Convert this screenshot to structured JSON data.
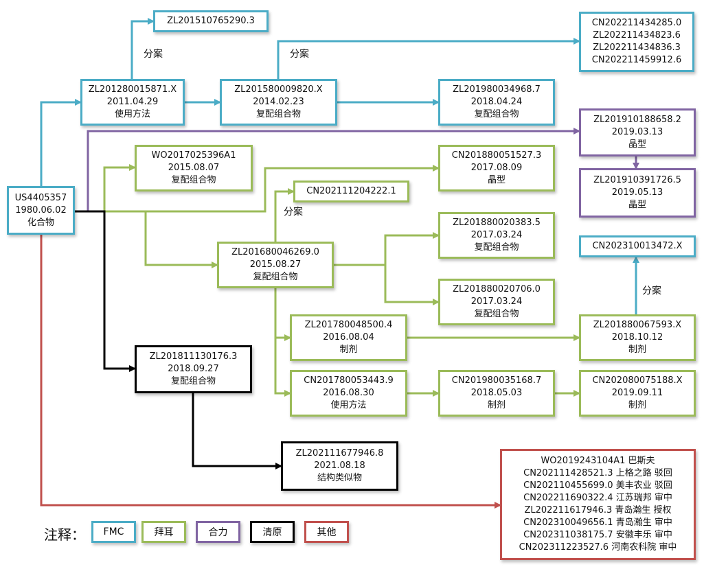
{
  "colors": {
    "fmc": "#4bacc6",
    "bayer": "#9bbb59",
    "heli": "#8064a2",
    "qingyuan": "#000000",
    "other": "#c0504d"
  },
  "nodes": [
    {
      "id": "us",
      "color": "fmc",
      "lines": [
        "US4405357",
        "1980.06.02",
        "化合物"
      ]
    },
    {
      "id": "zl2012",
      "color": "fmc",
      "lines": [
        "ZL201280015871.X",
        "2011.04.29",
        "使用方法"
      ]
    },
    {
      "id": "zl2015div",
      "color": "fmc",
      "lines": [
        "ZL201510765290.3"
      ]
    },
    {
      "id": "zl2015",
      "color": "fmc",
      "lines": [
        "ZL201580009820.X",
        "2014.02.23",
        "复配组合物"
      ]
    },
    {
      "id": "cn2022list",
      "color": "fmc",
      "lines": [
        "CN202211434285.0",
        "ZL202211434823.6",
        "ZL202211434836.3",
        "CN202211459912.6"
      ]
    },
    {
      "id": "zl2019a",
      "color": "fmc",
      "lines": [
        "ZL201980034968.7",
        "2018.04.24",
        "复配组合物"
      ]
    },
    {
      "id": "zl2019b",
      "color": "heli",
      "lines": [
        "ZL201910188658.2",
        "2019.03.13",
        "晶型"
      ]
    },
    {
      "id": "zl2019c",
      "color": "heli",
      "lines": [
        "ZL201910391726.5",
        "2019.05.13",
        "晶型"
      ]
    },
    {
      "id": "wo2017",
      "color": "bayer",
      "lines": [
        "WO2017025396A1",
        "2015.08.07",
        "复配组合物"
      ]
    },
    {
      "id": "cn2018a",
      "color": "bayer",
      "lines": [
        "CN201880051527.3",
        "2017.08.09",
        "晶型"
      ]
    },
    {
      "id": "cn2021div",
      "color": "bayer",
      "lines": [
        "CN202111204222.1"
      ]
    },
    {
      "id": "zl2016",
      "color": "bayer",
      "lines": [
        "ZL201680046269.0",
        "2015.08.27",
        "复配组合物"
      ]
    },
    {
      "id": "zl2018b",
      "color": "bayer",
      "lines": [
        "ZL201880020383.5",
        "2017.03.24",
        "复配组合物"
      ]
    },
    {
      "id": "zl2018c",
      "color": "bayer",
      "lines": [
        "ZL201880020706.0",
        "2017.03.24",
        "复配组合物"
      ]
    },
    {
      "id": "cn2023a",
      "color": "fmc",
      "lines": [
        "CN202310013472.X"
      ]
    },
    {
      "id": "zl2017a",
      "color": "bayer",
      "lines": [
        "ZL201780048500.4",
        "2016.08.04",
        "制剂"
      ]
    },
    {
      "id": "zl2018d",
      "color": "bayer",
      "lines": [
        "ZL201880067593.X",
        "2018.10.12",
        "制剂"
      ]
    },
    {
      "id": "zl2018e",
      "color": "qingyuan",
      "lines": [
        "ZL201811130176.3",
        "2018.09.27",
        "复配组合物"
      ]
    },
    {
      "id": "cn2017b",
      "color": "bayer",
      "lines": [
        "CN201780053443.9",
        "2016.08.30",
        "使用方法"
      ]
    },
    {
      "id": "cn2019d",
      "color": "bayer",
      "lines": [
        "CN201980035168.7",
        "2018.05.03",
        "制剂"
      ]
    },
    {
      "id": "cn2020",
      "color": "bayer",
      "lines": [
        "CN202080075188.X",
        "2019.09.11",
        "制剂"
      ]
    },
    {
      "id": "zl2021",
      "color": "qingyuan",
      "lines": [
        "ZL202111677946.8",
        "2021.08.18",
        "结构类似物"
      ]
    },
    {
      "id": "others",
      "color": "other",
      "lines": [
        "WO2019243104A1  巴斯夫",
        "CN202111428521.3 上格之路 驳回",
        "CN202110455699.0 美丰农业 驳回",
        "CN202211690322.4 江苏瑞邦 审中",
        "ZL202211617946.3  青岛瀚生 授权",
        "CN202310049656.1 青岛瀚生 审中",
        "CN202311038175.7  安徽丰乐 审中",
        "CN202311223527.6 河南农科院 审中"
      ]
    }
  ],
  "edge_labels": [
    "分案",
    "分案",
    "分案",
    "分案"
  ],
  "legend": {
    "title": "注释：",
    "items": [
      {
        "color": "fmc",
        "label": "FMC"
      },
      {
        "color": "bayer",
        "label": "拜耳"
      },
      {
        "color": "heli",
        "label": "合力"
      },
      {
        "color": "qingyuan",
        "label": "清原"
      },
      {
        "color": "other",
        "label": "其他"
      }
    ]
  }
}
